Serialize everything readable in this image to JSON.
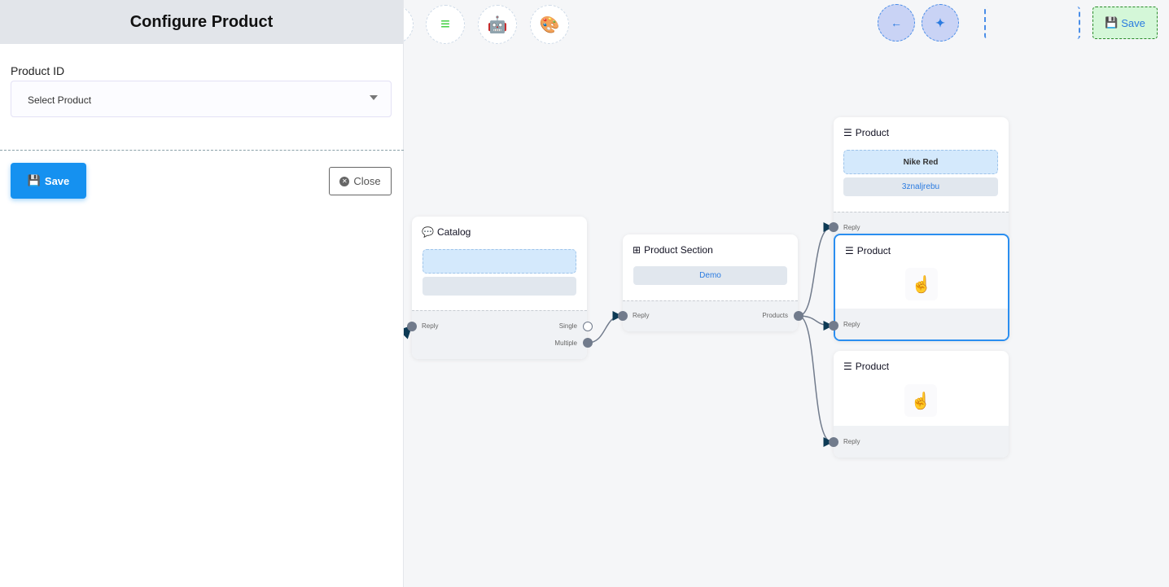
{
  "panel": {
    "title": "Configure Product",
    "field_label": "Product ID",
    "select_placeholder": "Select Product",
    "save_label": "Save",
    "close_label": "Close"
  },
  "toolbar": {
    "icons": [
      "stackoverflow-icon",
      "robot-icon",
      "palette-icon"
    ],
    "save_label": "Save",
    "colors": {
      "save_bg": "#d4f7d8",
      "round_bg": "#c9d3f5"
    }
  },
  "nodes": {
    "catalog": {
      "title": "Catalog",
      "ports": {
        "reply": "Reply",
        "single": "Single",
        "multiple": "Multiple"
      }
    },
    "section": {
      "title": "Product Section",
      "item": "Demo",
      "ports": {
        "reply": "Reply",
        "products": "Products"
      }
    },
    "product1": {
      "title": "Product",
      "name": "Nike Red",
      "id": "3znaljrebu",
      "reply": "Reply"
    },
    "product2": {
      "title": "Product",
      "reply": "Reply",
      "selected": true
    },
    "product3": {
      "title": "Product",
      "reply": "Reply"
    }
  }
}
